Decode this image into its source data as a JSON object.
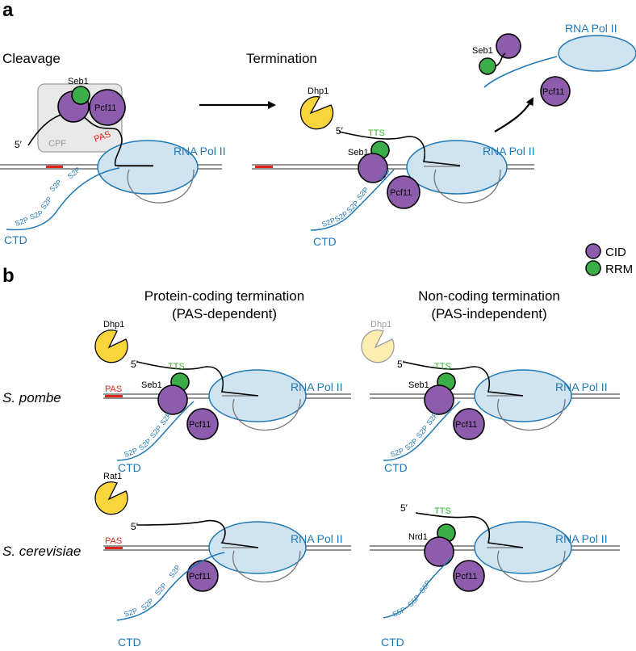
{
  "panels": {
    "a": {
      "letter": "a",
      "cleavage_title": "Cleavage",
      "termination_title": "Termination"
    },
    "b": {
      "letter": "b",
      "col1_title_line1": "Protein-coding termination",
      "col1_title_line2": "(PAS-dependent)",
      "col2_title_line1": "Non-coding termination",
      "col2_title_line2": "(PAS-independent)"
    }
  },
  "species": {
    "pombe": "S. pombe",
    "cerevisiae": "S. cerevisiae"
  },
  "labels": {
    "rna_pol_ii": "RNA Pol II",
    "ctd": "CTD",
    "cpf": "CPF",
    "pas": "PAS",
    "tts": "TTS",
    "five_prime": "5′",
    "s2p": "S2P",
    "s5p": "S5P",
    "seb1": "Seb1",
    "pcf11": "Pcf11",
    "dhp1": "Dhp1",
    "rat1": "Rat1",
    "nrd1": "Nrd1"
  },
  "legend": [
    {
      "label": "CID",
      "color": "#8e5cad"
    },
    {
      "label": "RRM",
      "color": "#3cae49"
    }
  ],
  "colors": {
    "cid_purple": "#8e5cad",
    "rrm_green": "#3cae49",
    "pol_fill": "#cfe3f0",
    "pol_stroke": "#1f78b4",
    "exonuclease_yellow": "#f9d53c",
    "exonuclease_faded": "#fdeeb0",
    "pas_red": "#e2231a",
    "cpf_box": "#e8e8e8"
  },
  "icons": [
    "rna-polymerase-ii-icon",
    "cid-protein-icon",
    "rrm-protein-icon",
    "exonuclease-pacman-icon",
    "dna-duplex-icon",
    "ctd-tail-icon"
  ]
}
